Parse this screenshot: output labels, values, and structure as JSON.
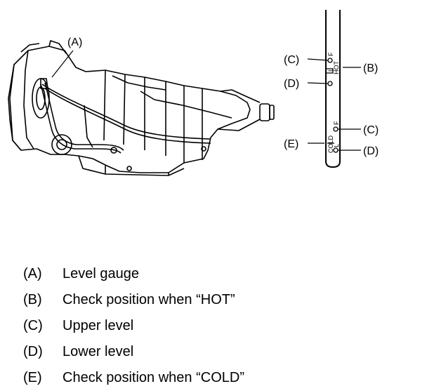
{
  "callouts": {
    "a": "(A)",
    "b": "(B)",
    "c_upper": "(C)",
    "d_upper": "(D)",
    "c_lower": "(C)",
    "e": "(E)",
    "d_lower": "(D)"
  },
  "gauge_marks": {
    "hot_f": "F",
    "hot_l": "L",
    "hot_word": "HOT",
    "cold_f": "F",
    "cold_l": "L",
    "cold_word": "COLD"
  },
  "legend": [
    {
      "key": "(A)",
      "text": "Level gauge"
    },
    {
      "key": "(B)",
      "text": "Check position when “HOT”"
    },
    {
      "key": "(C)",
      "text": "Upper level"
    },
    {
      "key": "(D)",
      "text": "Lower level"
    },
    {
      "key": "(E)",
      "text": "Check position when “COLD”"
    }
  ]
}
